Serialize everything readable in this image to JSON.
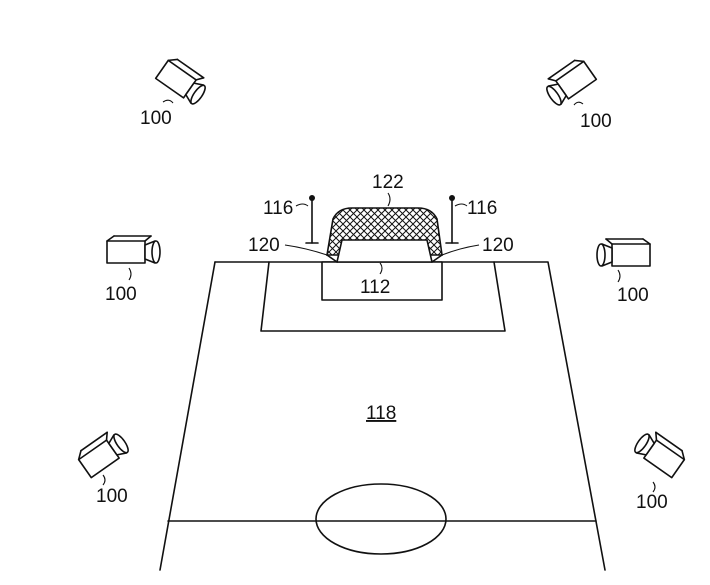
{
  "labels": {
    "camera": "100",
    "goal": "112",
    "post_marker": "116",
    "field": "118",
    "goal_line": "120",
    "net": "122"
  },
  "colors": {
    "ink": "#111111",
    "background": "#ffffff"
  },
  "icons": [
    "camera-icon",
    "post-marker-icon",
    "goal-net-icon"
  ]
}
